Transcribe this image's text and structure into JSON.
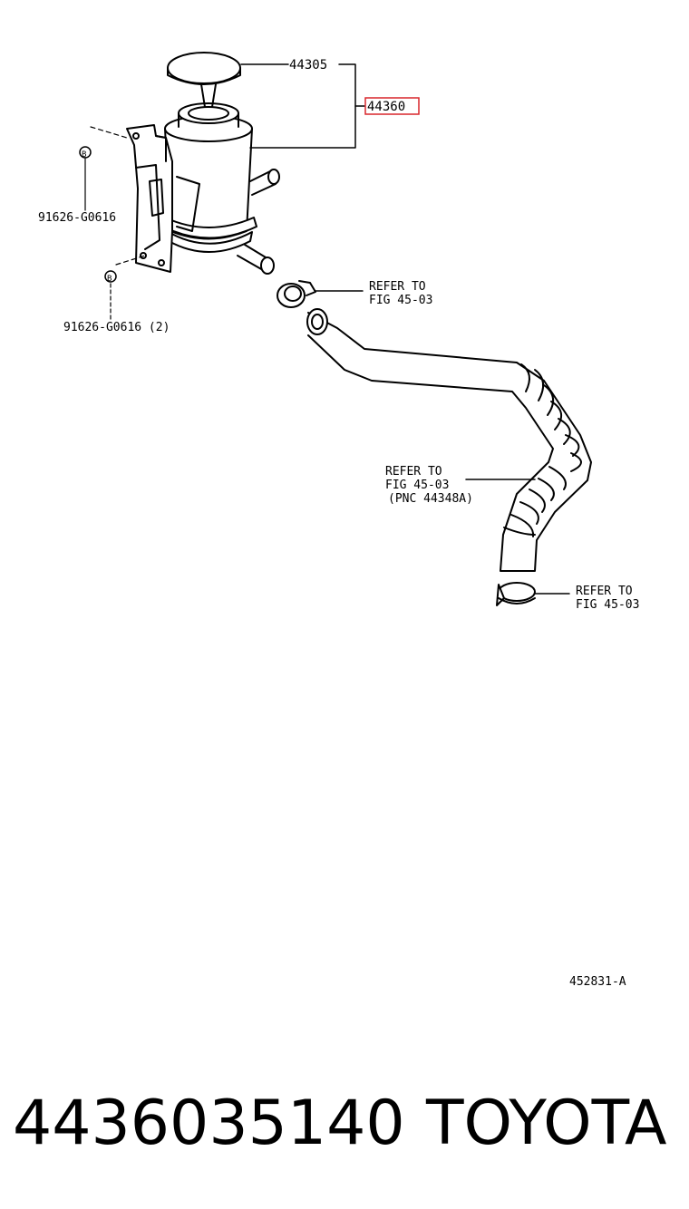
{
  "callouts": {
    "cap": "44305",
    "reservoir": "44360",
    "bolt_upper": "91626-G0616",
    "bolt_lower": "91626-G0616 (2)",
    "bolt_symbol": "B",
    "clamp_upper_line1": "REFER TO",
    "clamp_upper_line2": "FIG 45-03",
    "hose_line1": "REFER TO",
    "hose_line2": "FIG 45-03",
    "hose_line3": "(PNC 44348A)",
    "clamp_lower_line1": "REFER TO",
    "clamp_lower_line2": "FIG 45-03",
    "figure_code": "452831-A"
  },
  "highlight_color": "#d9262b",
  "footer": {
    "part_number": "4436035140",
    "brand": "TOYOTA"
  }
}
